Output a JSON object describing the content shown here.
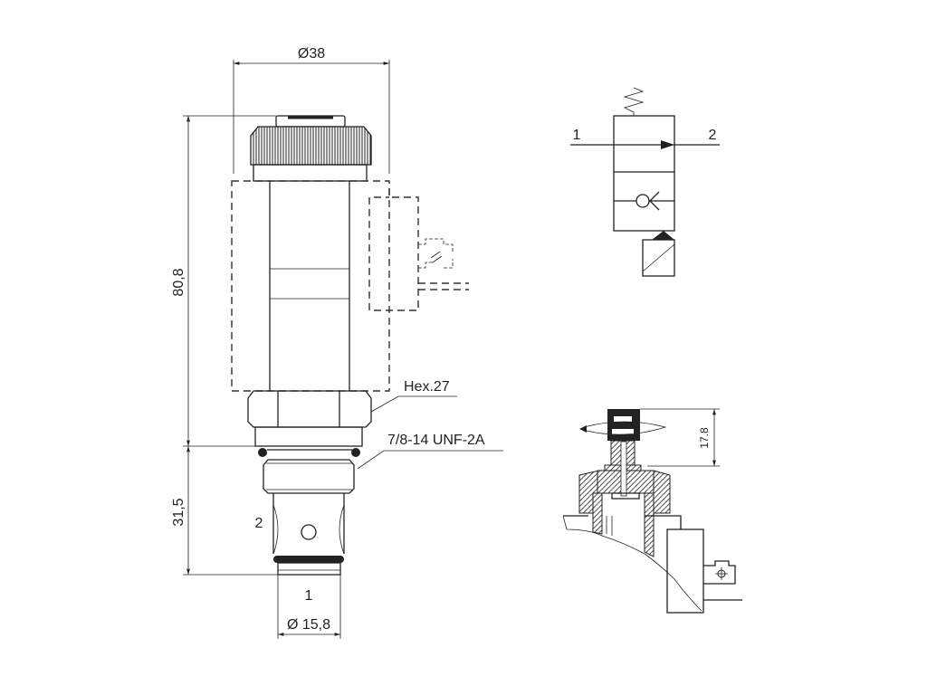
{
  "dimensions": {
    "top_diameter": "Ø38",
    "overall_length": "80,8",
    "cartridge_length": "31,5",
    "hex_size": "Hex.27",
    "thread": "7/8-14 UNF-2A",
    "bottom_diameter": "Ø 15,8",
    "knob_height": "17.8"
  },
  "ports": {
    "side_port": "2",
    "bottom_port": "1"
  },
  "symbol": {
    "port_in": "1",
    "port_out": "2"
  }
}
